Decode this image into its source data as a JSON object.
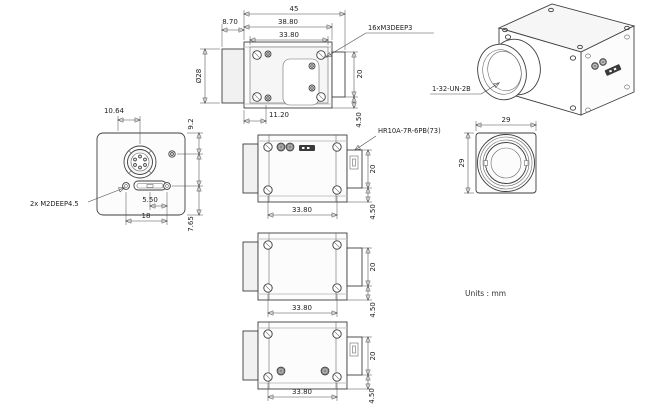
{
  "drawing": {
    "units_note": "Units : mm",
    "annotations": {
      "top_screw_note": "16xM3DEEP3",
      "connector_part": "HR10A-7R-6PB(73)",
      "back_screw_note": "2x M2DEEP4.5",
      "lens_thread": "1-32-UN-2B"
    },
    "top_view": {
      "overall_length": "45",
      "body_length": "38.80",
      "screw_pitch": "33.80",
      "mount_protrusion": "8.70",
      "lens_diameter": "Ø28",
      "front_inset": "11.20",
      "connector_height": "20",
      "connector_inset": "4.50"
    },
    "back_view": {
      "connector_offset_x": "10.64",
      "led_offset_y": "9.2",
      "slot_to_screw": "5.50",
      "screw_pitch": "18",
      "bottom_offset": "7.65"
    },
    "front_view": {
      "width": "29",
      "height": "29"
    },
    "side_view_a": {
      "screw_pitch": "33.80",
      "connector_height": "20",
      "connector_inset": "4.50"
    },
    "side_view_b": {
      "screw_pitch": "33.80",
      "connector_height": "20",
      "connector_inset": "4.50"
    },
    "side_view_c": {
      "screw_pitch": "33.80",
      "connector_height": "20",
      "connector_inset": "4.50"
    }
  }
}
